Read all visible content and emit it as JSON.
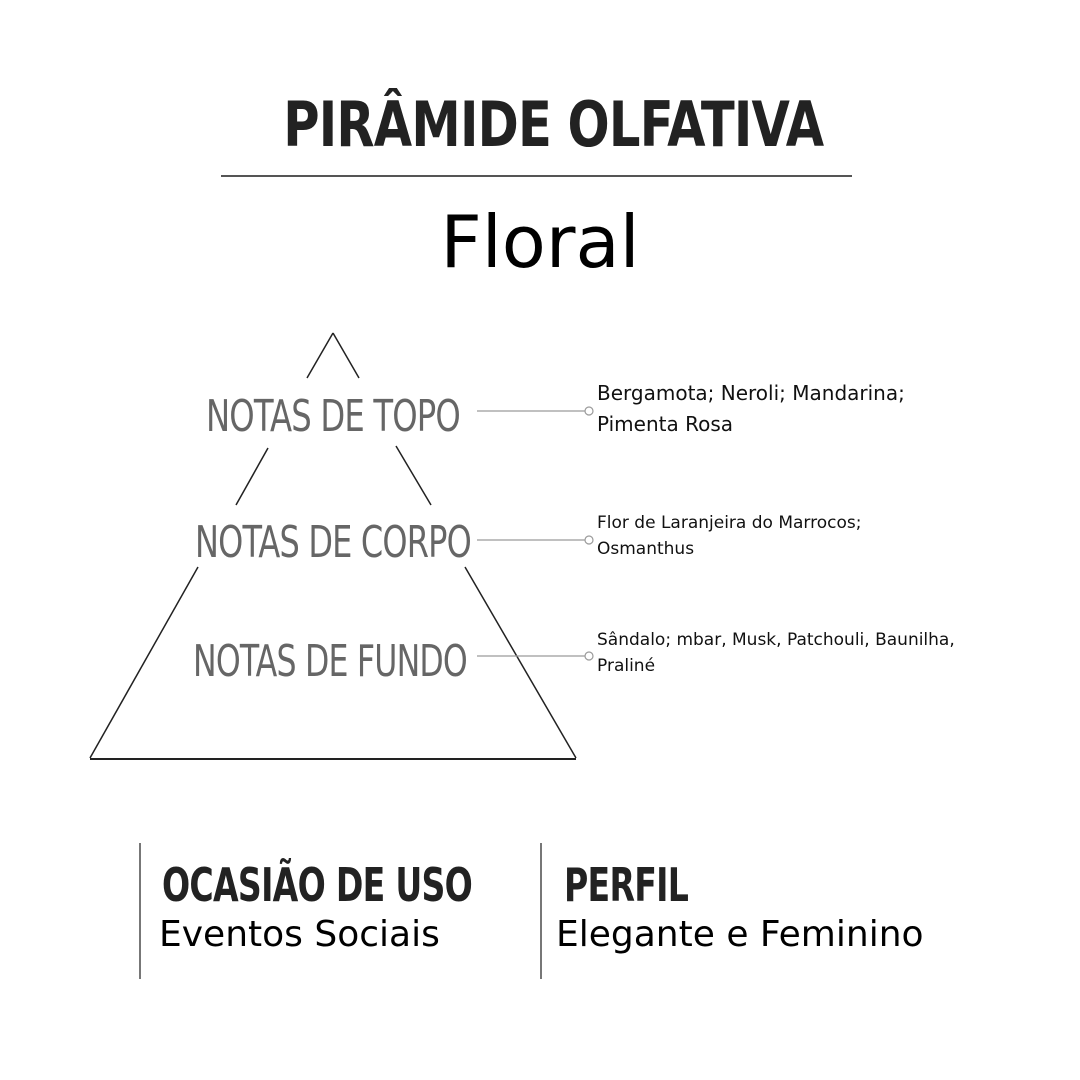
{
  "header": {
    "title": "PIRÂMIDE OLFATIVA",
    "family": "Floral"
  },
  "pyramid": {
    "tiers": [
      {
        "label": "NOTAS DE TOPO",
        "notes": "Bergamota; Neroli; Mandarina; Pimenta Rosa"
      },
      {
        "label": "NOTAS DE CORPO",
        "notes": "Flor de Laranjeira do Marrocos; Osmanthus"
      },
      {
        "label": "NOTAS DE FUNDO",
        "notes": "Sândalo; mbar, Musk, Patchouli, Baunilha, Praliné"
      }
    ]
  },
  "footer": {
    "occasion": {
      "heading": "OCASIÃO DE USO",
      "value": "Eventos Sociais"
    },
    "profile": {
      "heading": "PERFIL",
      "value": "Elegante e Feminino"
    }
  },
  "colors": {
    "line": "#222222",
    "tier_text": "#666666",
    "connector": "#9a9a9a"
  }
}
